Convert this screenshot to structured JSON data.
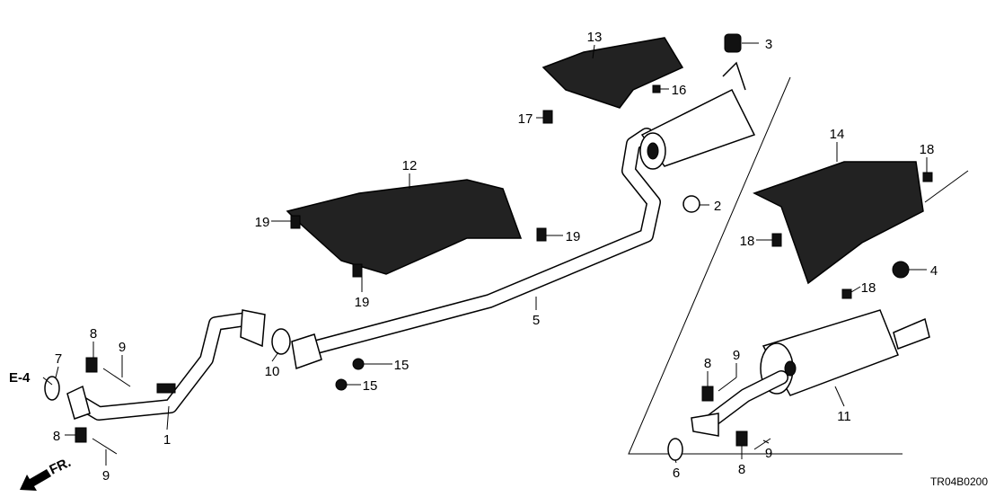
{
  "diagram": {
    "code": "TR04B0200",
    "front_marker": "FR.",
    "ref_marker": "E-4",
    "labels": {
      "p1": "1",
      "p2": "2",
      "p3": "3",
      "p4": "4",
      "p5": "5",
      "p6": "6",
      "p7": "7",
      "p8a": "8",
      "p8b": "8",
      "p8c": "8",
      "p8d": "8",
      "p9a": "9",
      "p9b": "9",
      "p9c": "9",
      "p9d": "9",
      "p10": "10",
      "p11": "11",
      "p12": "12",
      "p13": "13",
      "p14": "14",
      "p15a": "15",
      "p15b": "15",
      "p16": "16",
      "p17": "17",
      "p18a": "18",
      "p18b": "18",
      "p18c": "18",
      "p19a": "19",
      "p19b": "19",
      "p19c": "19"
    }
  }
}
